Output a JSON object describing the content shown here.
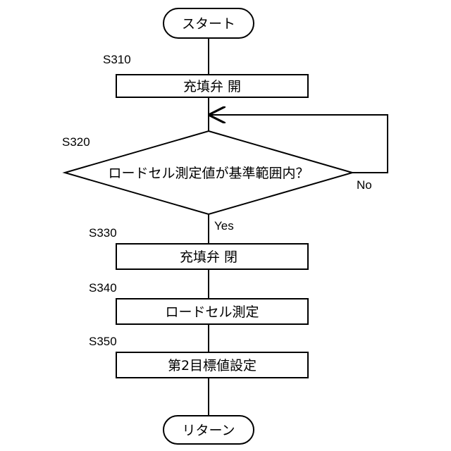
{
  "flowchart": {
    "start": {
      "label": "スタート"
    },
    "steps": [
      {
        "id": "S310",
        "label": "充填弁 開",
        "type": "process"
      },
      {
        "id": "S320",
        "label": "ロードセル測定値が基準範囲内？",
        "type": "decision"
      },
      {
        "id": "S330",
        "label": "充填弁 閉",
        "type": "process"
      },
      {
        "id": "S340",
        "label": "ロードセル測定",
        "type": "process"
      },
      {
        "id": "S350",
        "label": "第2目標値設定",
        "type": "process"
      }
    ],
    "end": {
      "label": "リターン"
    },
    "branches": {
      "yes": "Yes",
      "no": "No"
    }
  },
  "colors": {
    "stroke": "#000000",
    "background": "#ffffff"
  }
}
